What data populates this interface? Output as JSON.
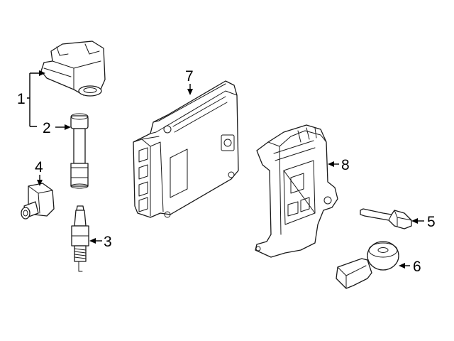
{
  "diagram": {
    "callouts": {
      "c1": "1",
      "c2": "2",
      "c3": "3",
      "c4": "4",
      "c5": "5",
      "c6": "6",
      "c7": "7",
      "c8": "8"
    },
    "parts": [
      {
        "callout": "1",
        "icon": "ignition-coil-assembly"
      },
      {
        "callout": "2",
        "icon": "ignition-coil-boot"
      },
      {
        "callout": "3",
        "icon": "spark-plug"
      },
      {
        "callout": "4",
        "icon": "sensor"
      },
      {
        "callout": "5",
        "icon": "sensor-bracket"
      },
      {
        "callout": "6",
        "icon": "knock-sensor"
      },
      {
        "callout": "7",
        "icon": "engine-control-module"
      },
      {
        "callout": "8",
        "icon": "ecm-mounting-bracket"
      }
    ]
  }
}
